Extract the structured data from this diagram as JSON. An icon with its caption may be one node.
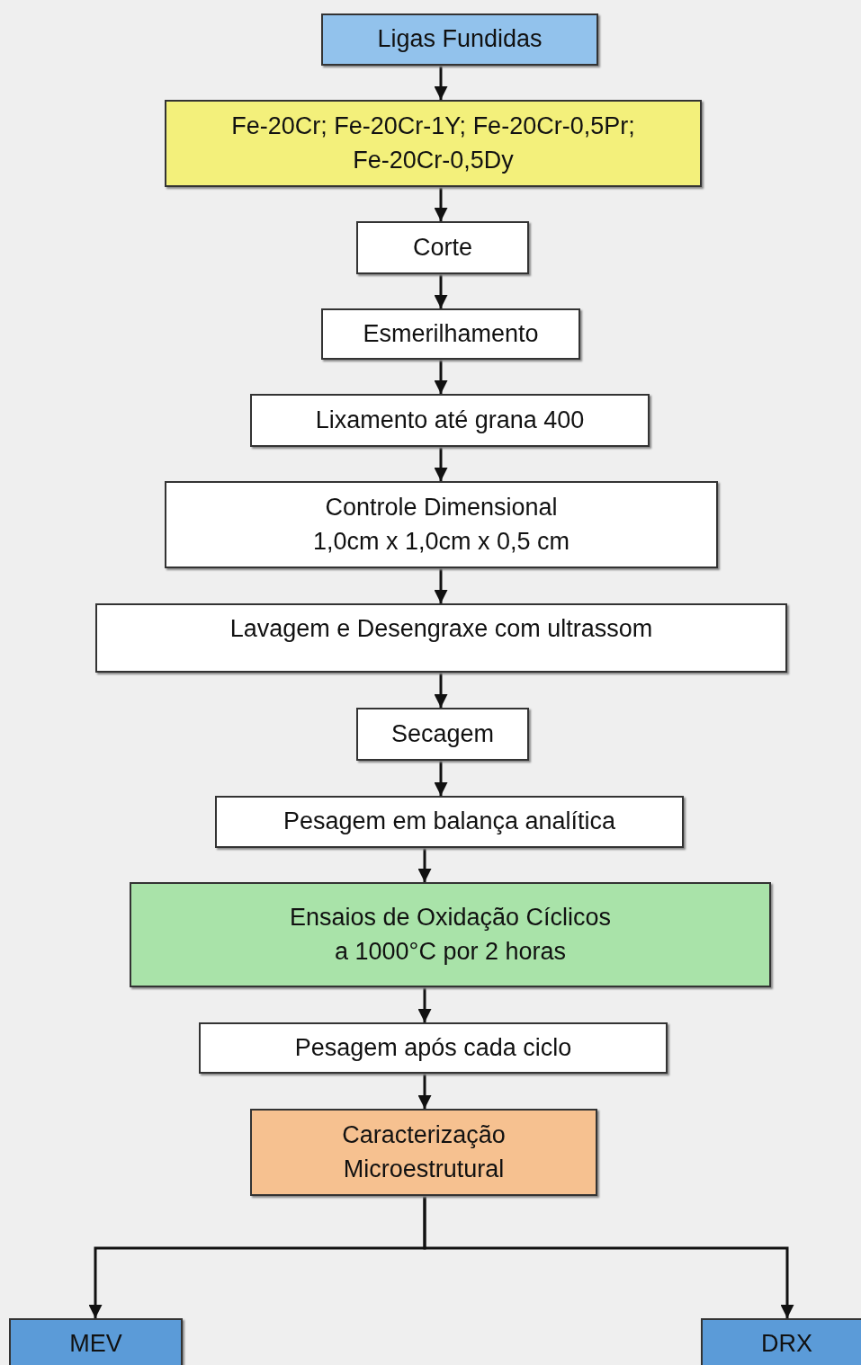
{
  "diagram": {
    "nodes": [
      {
        "text": [
          "Ligas Fundidas"
        ]
      },
      {
        "text": [
          "Fe-20Cr; Fe-20Cr-1Y; Fe-20Cr-0,5Pr; Fe-20Cr-0,5Dy"
        ]
      },
      {
        "text": [
          "Corte"
        ]
      },
      {
        "text": [
          "Esmerilhamento"
        ]
      },
      {
        "text": [
          "Lixamento até grana 400"
        ]
      },
      {
        "text": [
          "Controle Dimensional",
          "1,0cm x 1,0cm x 0,5 cm"
        ]
      },
      {
        "text": [
          "Lavagem e Desengraxe com ultrassom"
        ]
      },
      {
        "text": [
          "Secagem"
        ]
      },
      {
        "text": [
          "Pesagem em balança analítica"
        ]
      },
      {
        "text": [
          "Ensaios de Oxidação Cíclicos a 1000°C por 2 horas"
        ]
      },
      {
        "text": [
          "Pesagem após cada ciclo"
        ]
      },
      {
        "text": [
          "Caracterização Microestrutural"
        ]
      },
      {
        "text": [
          "MEV"
        ]
      },
      {
        "text": [
          "DRX"
        ]
      }
    ],
    "edges": [
      {
        "from": 0,
        "to": 1,
        "arrow": "to"
      },
      {
        "from": 1,
        "to": 2,
        "arrow": "to"
      },
      {
        "from": 2,
        "to": 3,
        "arrow": "to"
      },
      {
        "from": 3,
        "to": 4,
        "arrow": "to"
      },
      {
        "from": 4,
        "to": 5,
        "arrow": "to"
      },
      {
        "from": 5,
        "to": 6,
        "arrow": "to"
      },
      {
        "from": 6,
        "to": 7,
        "arrow": "to"
      },
      {
        "from": 7,
        "to": 8,
        "arrow": "to"
      },
      {
        "from": 8,
        "to": 9,
        "arrow": "to"
      },
      {
        "from": 9,
        "to": 10,
        "arrow": "to"
      },
      {
        "from": 10,
        "to": 11,
        "arrow": "to"
      },
      {
        "from": 11,
        "to": 12,
        "arrow": "to"
      },
      {
        "from": 11,
        "to": 13,
        "arrow": "to"
      }
    ]
  }
}
